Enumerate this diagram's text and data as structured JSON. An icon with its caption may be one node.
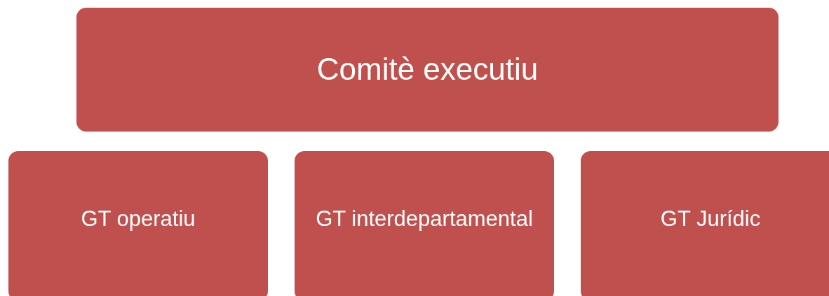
{
  "diagram": {
    "nodes": [
      {
        "text": [
          "Comitè executiu"
        ]
      },
      {
        "text": [
          "GT operatiu"
        ]
      },
      {
        "text": [
          "GT interdepartamental"
        ]
      },
      {
        "text": [
          "GT Jurídic"
        ]
      }
    ]
  }
}
